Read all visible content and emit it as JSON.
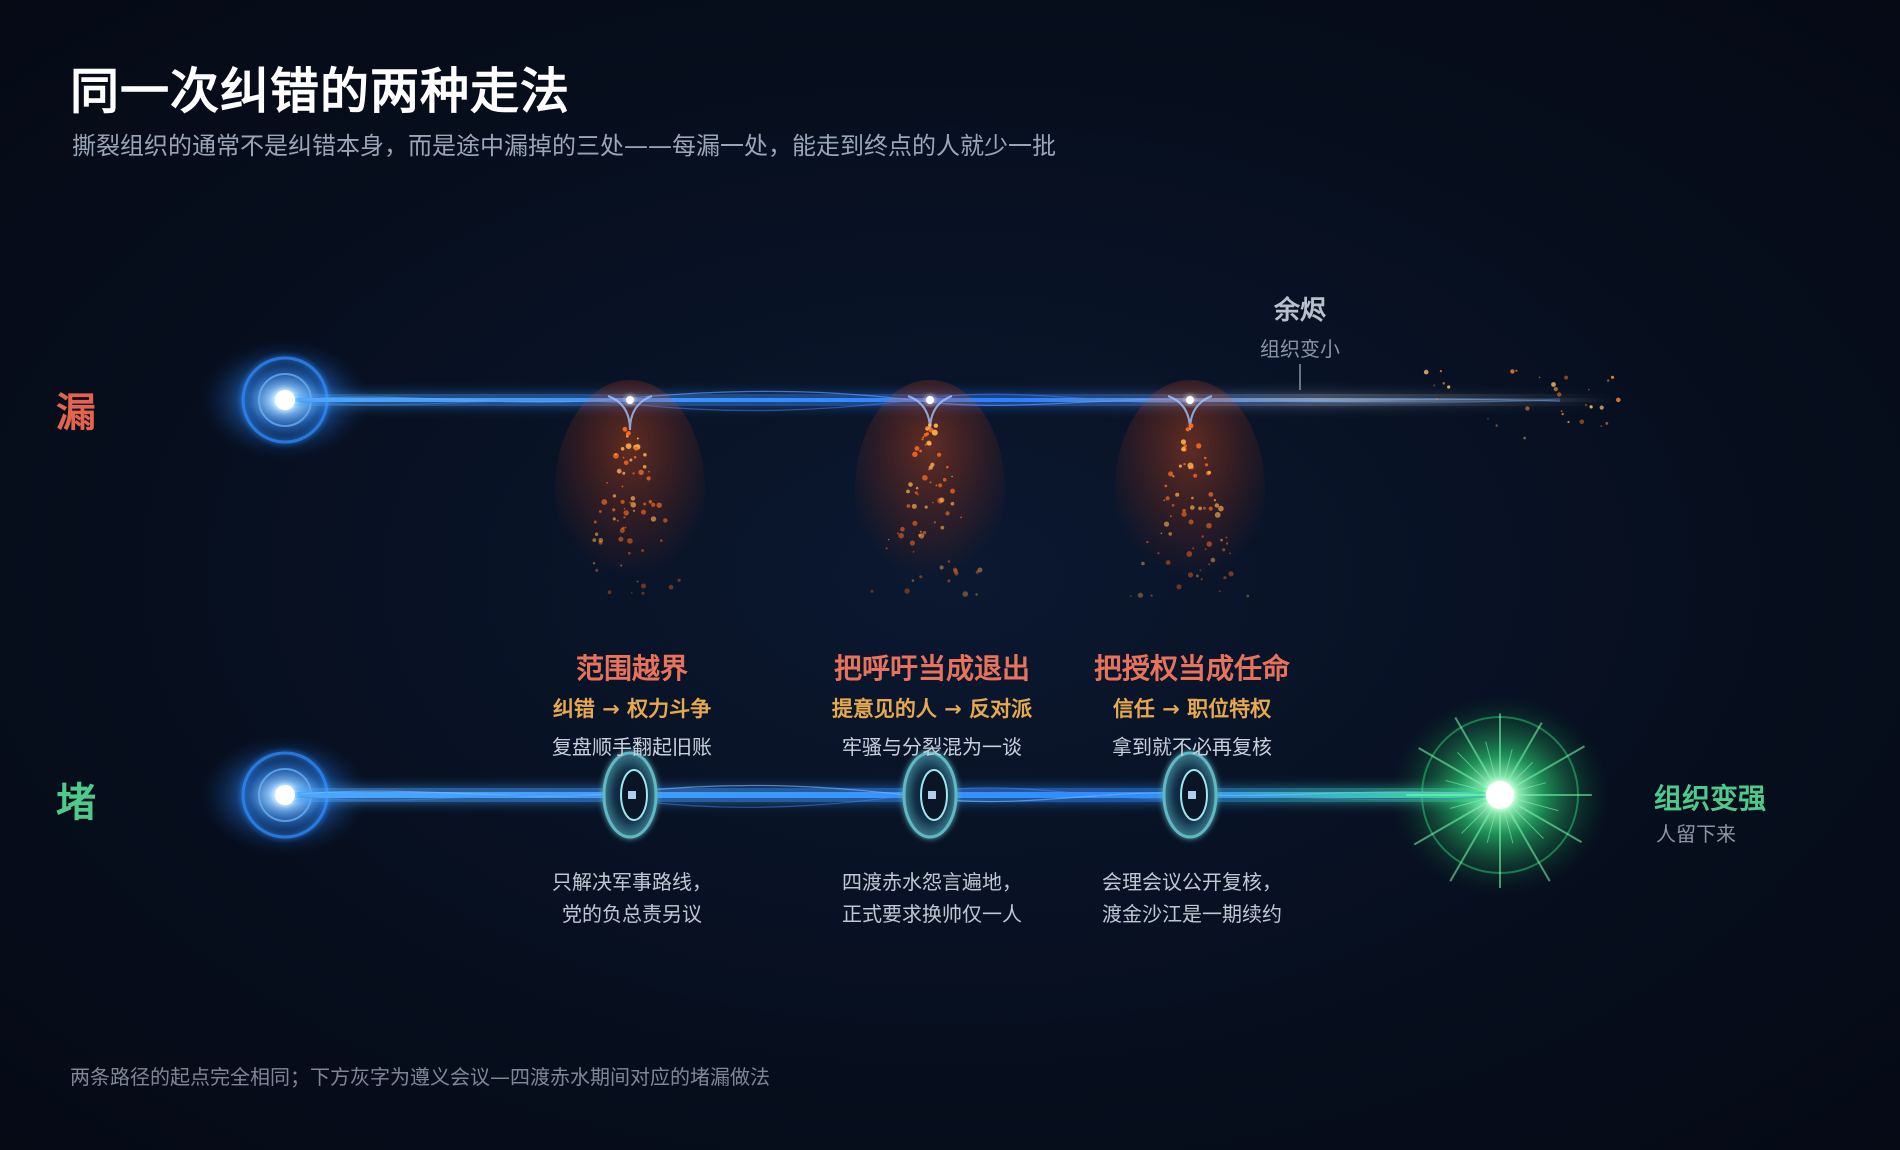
{
  "header": {
    "title": "同一次纠错的两种走法",
    "subtitle": "撕裂组织的通常不是纠错本身，而是途中漏掉的三处——每漏一处，能走到终点的人就少一批"
  },
  "rows": {
    "leak_label": "漏",
    "block_label": "堵"
  },
  "leak_end": {
    "title": "余烬",
    "subtitle": "组织变小"
  },
  "gates": [
    {
      "title": "范围越界",
      "mapping": "纠错 → 权力斗争",
      "desc": "复盘顺手翻起旧账",
      "history": [
        "只解决军事路线，",
        "党的负总责另议"
      ]
    },
    {
      "title": "把呼吁当成退出",
      "mapping": "提意见的人 → 反对派",
      "desc": "牢骚与分裂混为一谈",
      "history": [
        "四渡赤水怨言遍地，",
        "正式要求换帅仅一人"
      ]
    },
    {
      "title": "把授权当成任命",
      "mapping": "信任 → 职位特权",
      "desc": "拿到就不必再复核",
      "history": [
        "会理会议公开复核，",
        "渡金沙江是一期续约"
      ]
    }
  ],
  "block_end": {
    "title": "组织变强",
    "subtitle": "人留下来"
  },
  "footnote": "两条路径的起点完全相同；下方灰字为遵义会议—四渡赤水期间对应的堵漏做法",
  "colors": {
    "leak_red": "#e2644e",
    "block_green": "#4fca8c",
    "beam_blue": "#2f8cff",
    "ember_orange": "#ff6a1a",
    "gate_title": "#e8735c",
    "gate_map": "#e7a94f"
  }
}
